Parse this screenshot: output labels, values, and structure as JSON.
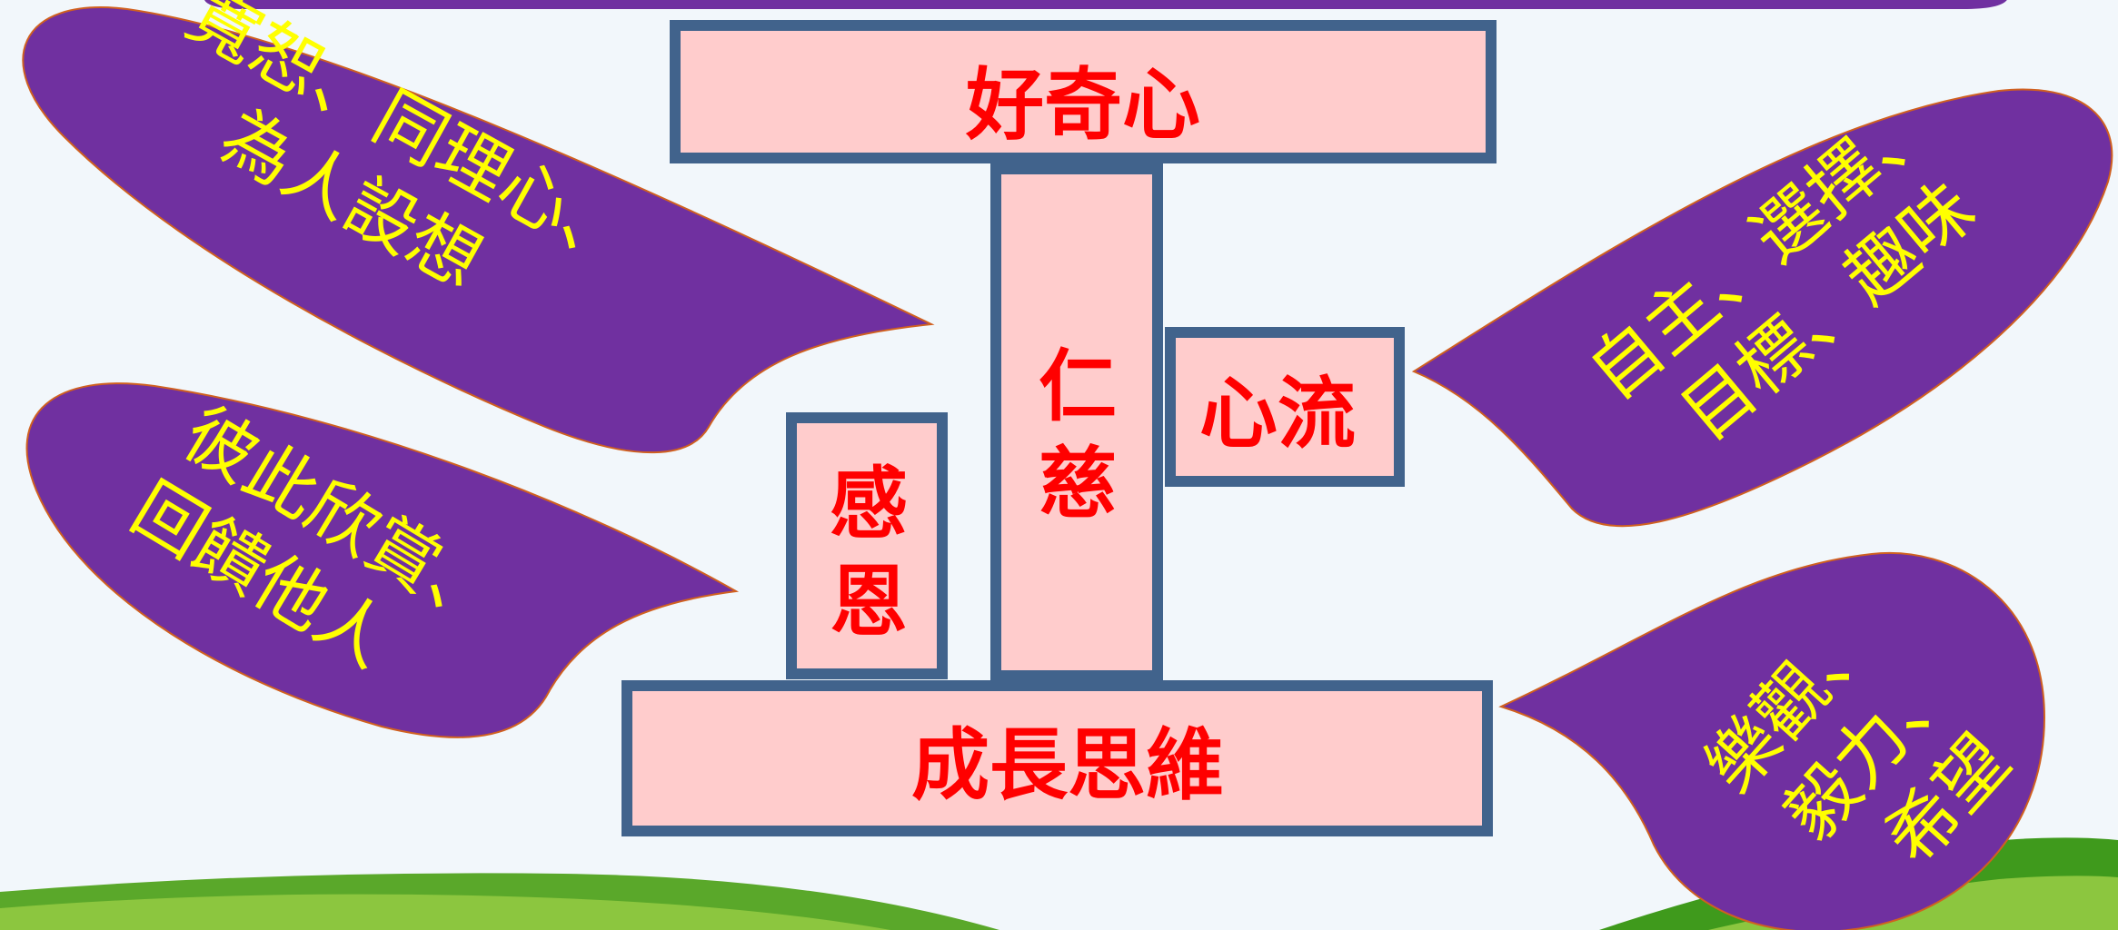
{
  "colors": {
    "background": "#f2f7fb",
    "top_bar": "#7030a0",
    "box_fill": "#ffcccc",
    "box_border": "#41638c",
    "box_text": "#ff0000",
    "bubble_fill": "#7030a0",
    "bubble_border": "#d06020",
    "bubble_text": "#ffff00",
    "grass_dark": "#3f9a1c",
    "grass_light": "#8cc63f"
  },
  "pillars": {
    "top": "好奇心",
    "center_chars": [
      "仁",
      "慈"
    ],
    "left_chars": [
      "感",
      "恩"
    ],
    "right": "心流",
    "base": "成長思維"
  },
  "bubbles": {
    "top_left": [
      "寬恕、同理心、",
      "為人設想"
    ],
    "mid_left": [
      "彼此欣賞、",
      "回饋他人"
    ],
    "top_right": [
      "自主、選擇、",
      "目標、趣味"
    ],
    "bottom_right": [
      "樂觀、",
      "毅力、",
      "希望"
    ]
  }
}
